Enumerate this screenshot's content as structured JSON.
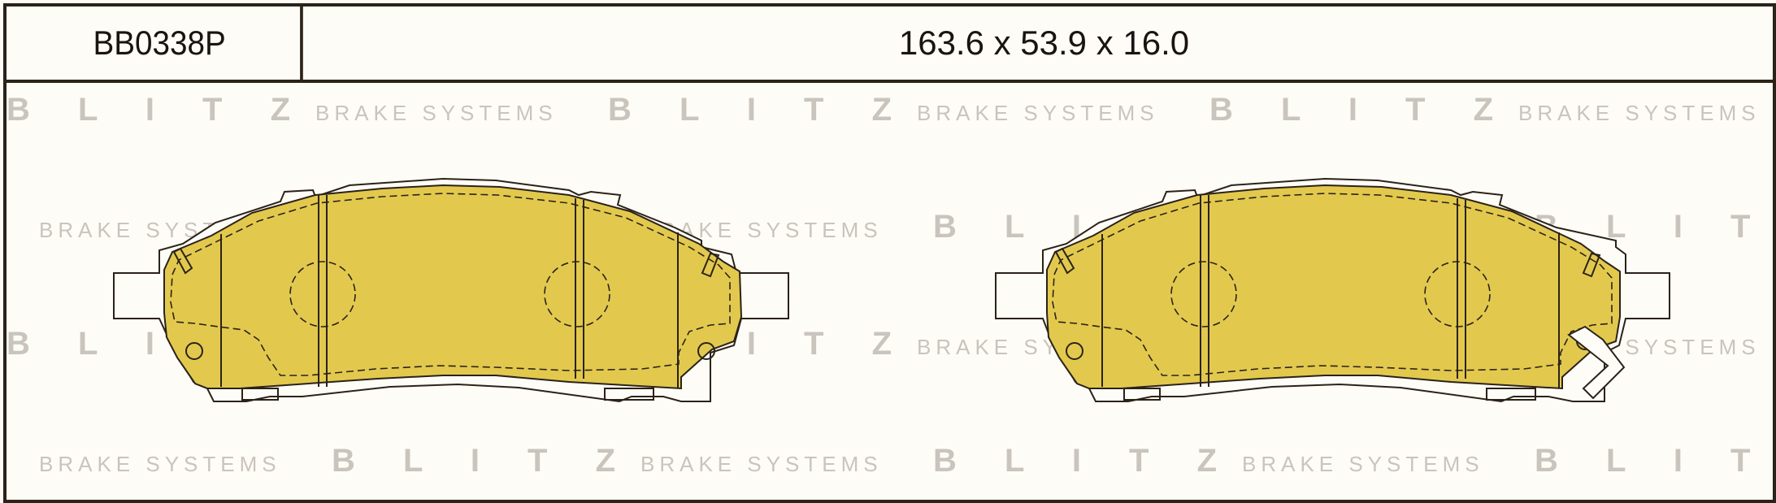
{
  "header": {
    "part_code": "BB0338P",
    "dimensions": "163.6 x 53.9 x 16.0"
  },
  "watermark": {
    "brand": "B L I T Z",
    "tagline": "BRAKE SYSTEMS",
    "color": "#c9c4bc"
  },
  "colors": {
    "pad_fill": "#e2c94e",
    "outline": "#2b2218",
    "background": "#fefcf7"
  }
}
